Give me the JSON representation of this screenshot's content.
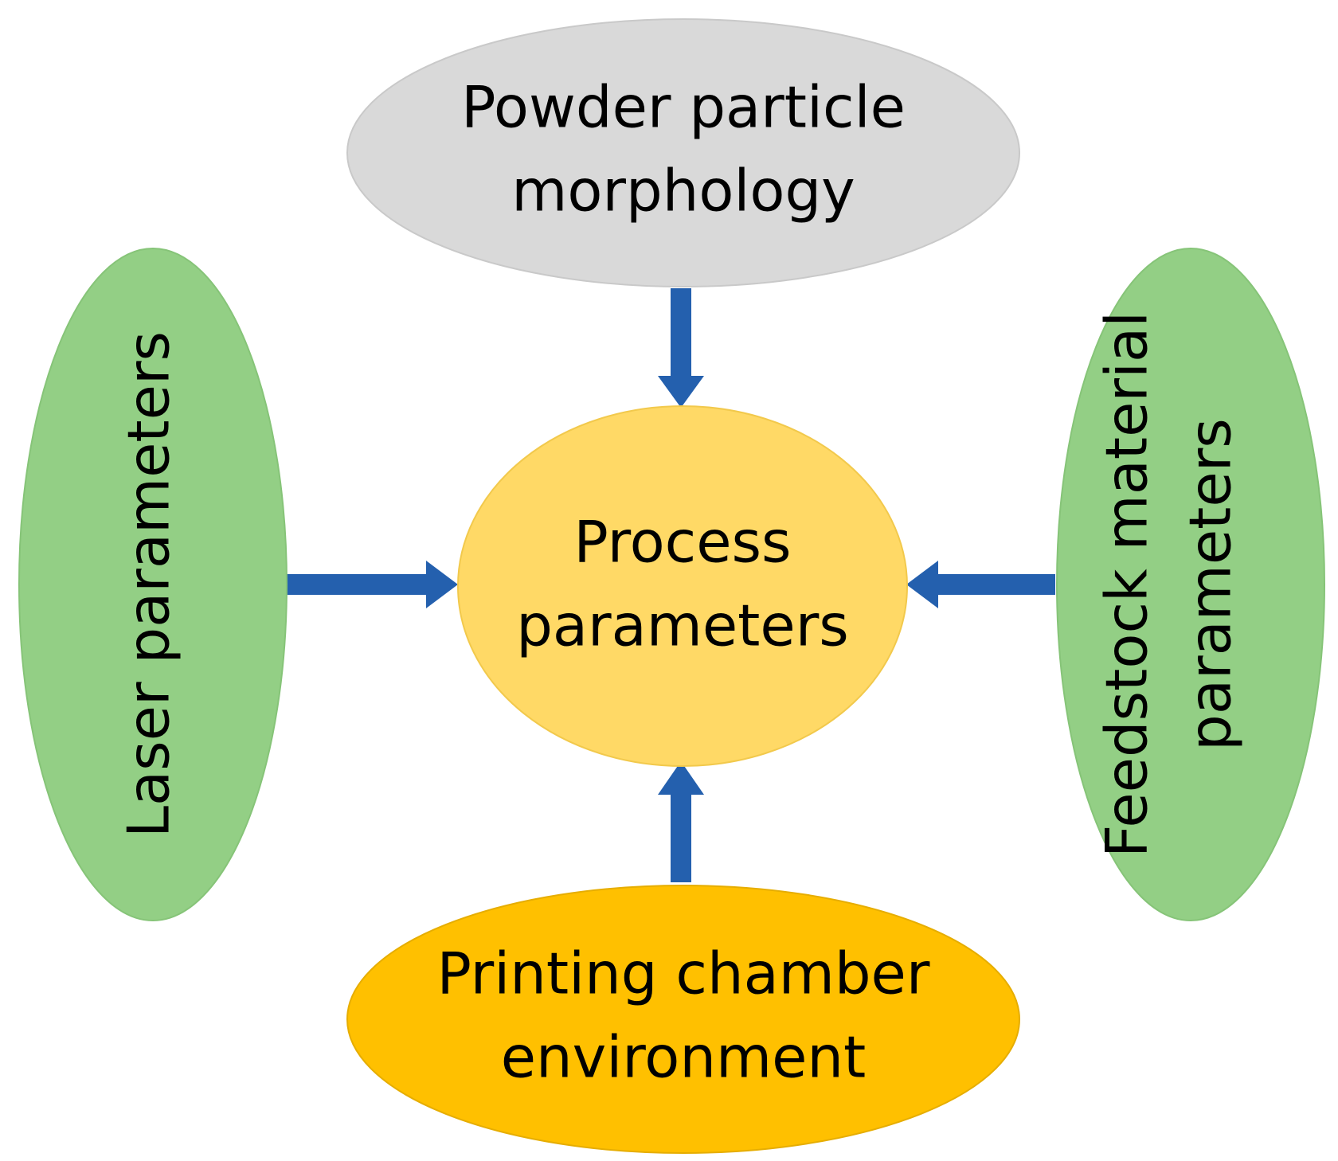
{
  "nodes": {
    "center": {
      "lines": [
        "Process",
        "parameters"
      ],
      "fill": "#FFD966",
      "stroke": "#F2C94C"
    },
    "top": {
      "lines": [
        "Powder particle",
        "morphology"
      ],
      "fill": "#D9D9D9",
      "stroke": "#C9C9C9"
    },
    "left": {
      "lines": [
        "Laser parameters"
      ],
      "fill": "#93CF85",
      "stroke": "#86C478"
    },
    "right": {
      "lines": [
        "Feedstock material",
        "parameters"
      ],
      "fill": "#93CF85",
      "stroke": "#86C478"
    },
    "bottom": {
      "lines": [
        "Printing chamber",
        "environment"
      ],
      "fill": "#FFC000",
      "stroke": "#E6AD00"
    }
  },
  "edges": [
    {
      "from": "top",
      "to": "center"
    },
    {
      "from": "left",
      "to": "center"
    },
    {
      "from": "right",
      "to": "center"
    },
    {
      "from": "bottom",
      "to": "center"
    }
  ],
  "arrow_color": "#2460AE"
}
